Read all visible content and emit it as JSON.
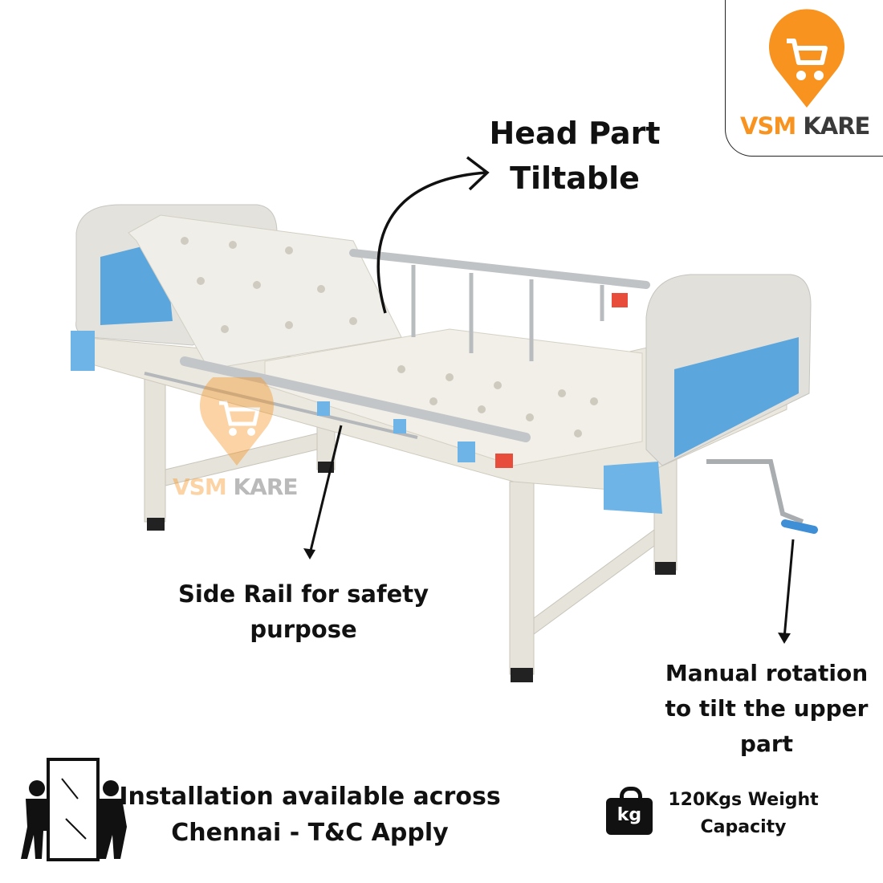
{
  "brand": {
    "name_part1": "VSM",
    "name_part2": "KARE",
    "orange": "#F7931E",
    "dark": "#3A3A3A"
  },
  "callouts": {
    "head_part": {
      "line1": "Head Part",
      "line2": "Tiltable"
    },
    "side_rail": {
      "line1": "Side Rail for safety",
      "line2": "purpose"
    },
    "manual_rotation": {
      "line1": "Manual rotation",
      "line2": "to tilt the upper",
      "line3": "part"
    }
  },
  "features": {
    "installation": {
      "icon": "movers-carrying-glass-icon",
      "line1": "Installation available across",
      "line2": "Chennai - T&C Apply"
    },
    "weight": {
      "icon": "kg-weight-icon",
      "icon_text": "kg",
      "line1": "120Kgs Weight",
      "line2": "Capacity"
    }
  },
  "watermark": {
    "name_part1": "VSM",
    "name_part2": "KARE"
  }
}
